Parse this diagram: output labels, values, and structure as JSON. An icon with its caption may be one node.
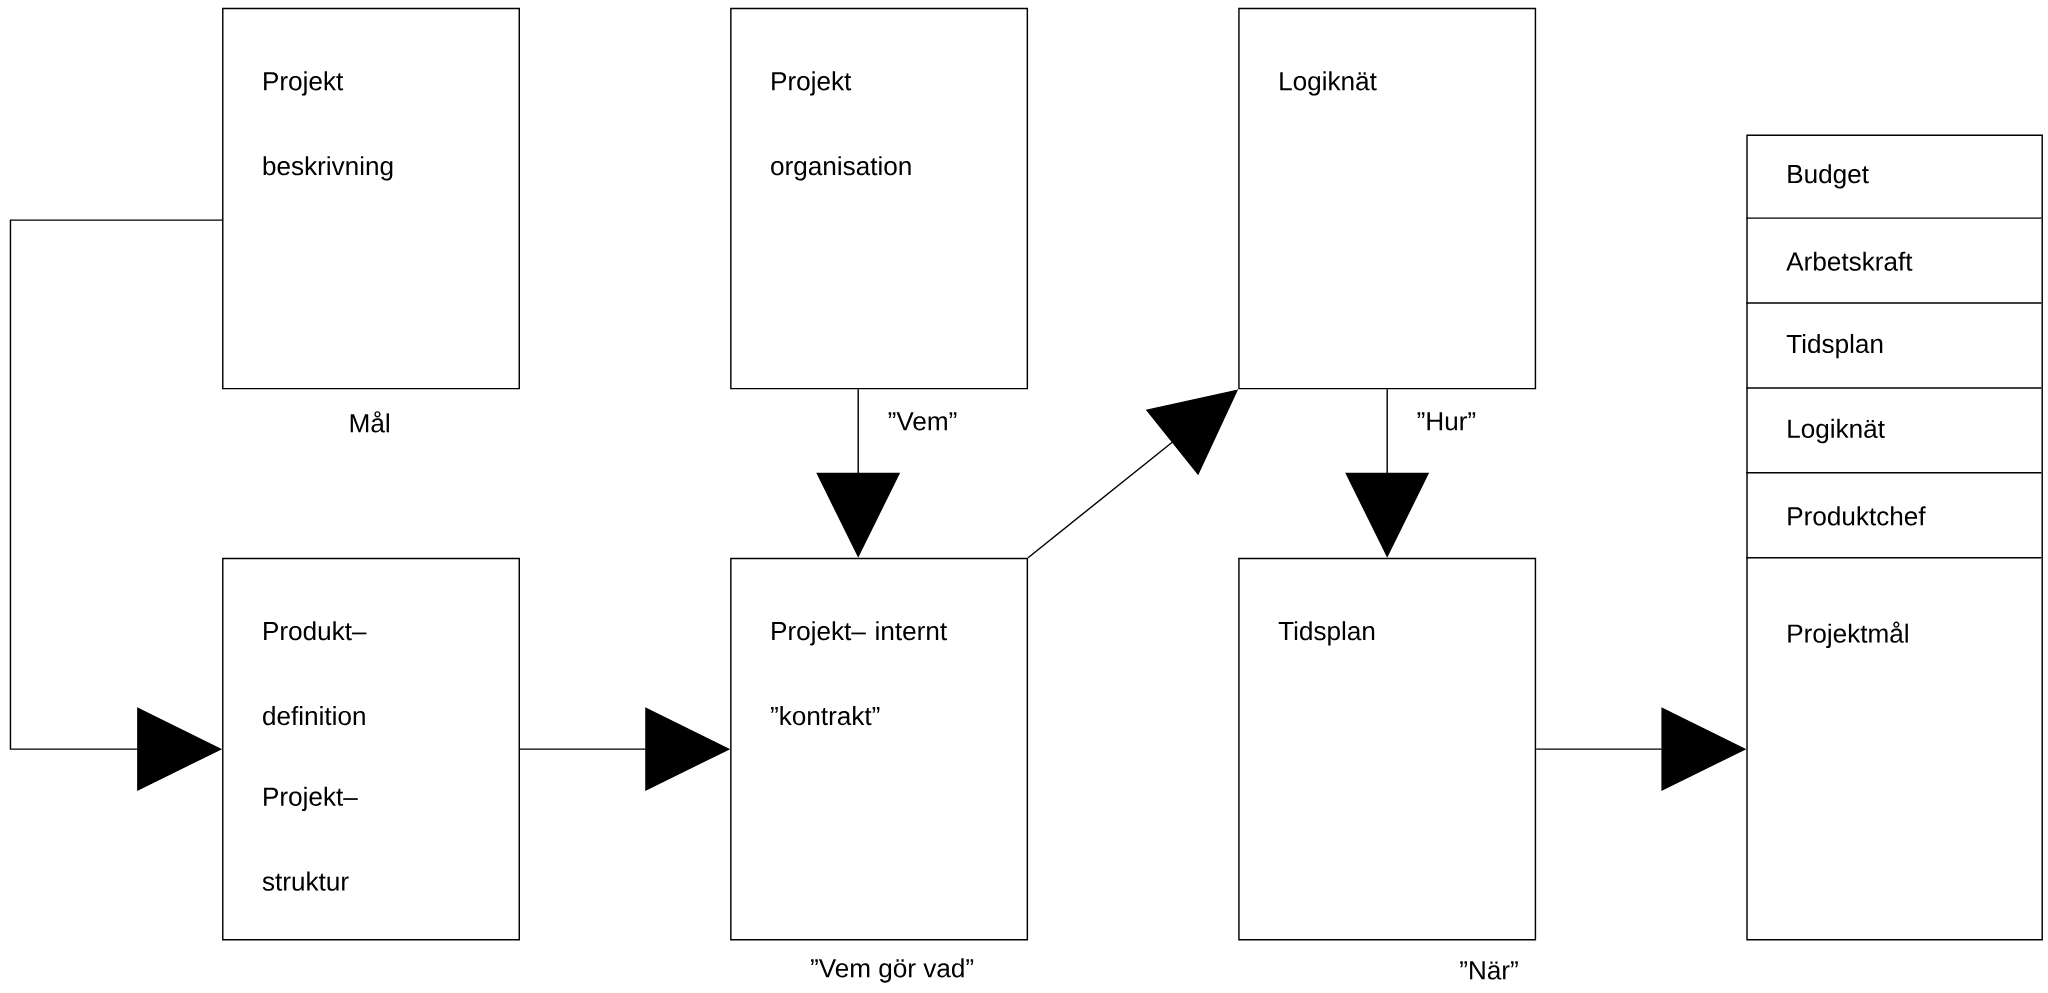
{
  "diagram": {
    "nodes": [
      {
        "text": [
          "Projekt beskrivning"
        ],
        "beside": [
          "Mål"
        ]
      },
      {
        "text": [
          "Projekt organisation"
        ]
      },
      {
        "text": [
          "Logiknät"
        ]
      },
      {
        "text": [
          "Budget",
          "Arbetskraft",
          "Tidsplan",
          "Logiknät",
          "Produktchef",
          "Projektmål"
        ]
      },
      {
        "text": [
          "Produkt– definition",
          "Projekt– struktur"
        ]
      },
      {
        "text": [
          "Projekt– internt ”kontrakt”"
        ],
        "beside": [
          "”Vem gör vad”"
        ]
      },
      {
        "text": [
          "Tidsplan"
        ],
        "beside": [
          "”När”"
        ]
      }
    ],
    "edges": [
      {
        "from": 0,
        "to": 4,
        "arrow": "to"
      },
      {
        "from": 4,
        "to": 5,
        "arrow": "to"
      },
      {
        "from": 1,
        "to": 5,
        "arrow": "to",
        "label": "”Vem”"
      },
      {
        "from": 5,
        "to": 2,
        "arrow": "to"
      },
      {
        "from": 2,
        "to": 6,
        "arrow": "to",
        "label": "”Hur”"
      },
      {
        "from": 6,
        "to": 3,
        "arrow": "to"
      }
    ]
  }
}
